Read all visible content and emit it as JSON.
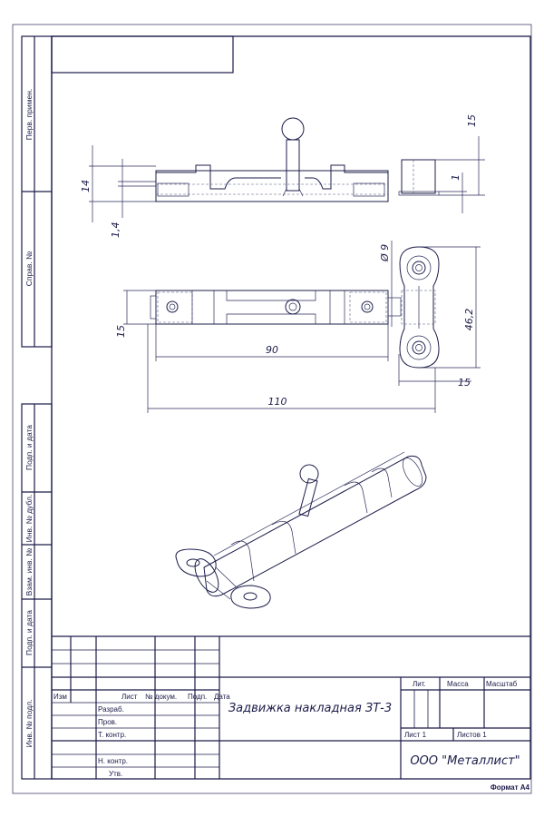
{
  "sidebar_labels": [
    "Перв. примен.",
    "Справ. №",
    "Подп. и дата",
    "Инв. № дубл.",
    "Взам. инв. №",
    "Подп. и дата",
    "Инв. № подл."
  ],
  "dimensions": {
    "side_height": "14",
    "side_plate": "1,4",
    "side_keeper": "15",
    "side_gap": "1",
    "bolt_diameter": "Ø 9",
    "body_width": "15",
    "body_length": "90",
    "total_length": "110",
    "keeper_height": "46,2",
    "keeper_width": "15"
  },
  "title_block": {
    "col_izm": "Изм",
    "col_list": "Лист",
    "col_doc": "№ докум.",
    "col_sign": "Подп.",
    "col_date": "Дата",
    "razrab": "Разраб.",
    "prov": "Пров.",
    "t_kontr": "Т. контр.",
    "n_kontr": "Н. контр.",
    "utv": "Утв.",
    "title": "Задвижка накладная ЗТ-3",
    "lit": "Лит.",
    "massa": "Масса",
    "masshtab": "Масштаб",
    "sheet": "Лист 1",
    "sheets": "Листов 1",
    "company": "ООО \"Металлист\"",
    "format": "Формат А4"
  }
}
